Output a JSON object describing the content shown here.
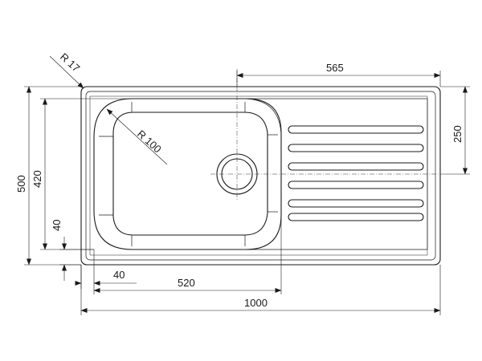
{
  "dimensions": {
    "overall_width": "1000",
    "overall_depth": "500",
    "bowl_width": "520",
    "bowl_depth": "420",
    "drainer_width": "565",
    "drainer_depth": "250",
    "bowl_offset_left": "40",
    "bowl_offset_front": "40",
    "bowl_radius": "R 100",
    "corner_radius": "R 17"
  }
}
